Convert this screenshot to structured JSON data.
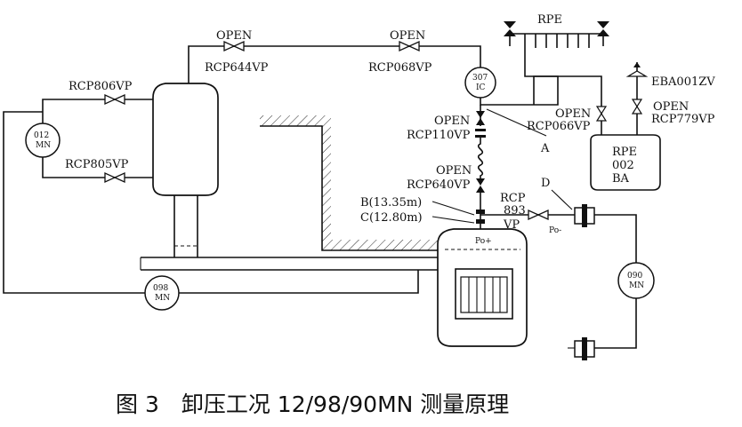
{
  "valves": {
    "rcp644vp": {
      "state": "OPEN",
      "name": "RCP644VP"
    },
    "rcp068vp": {
      "state": "OPEN",
      "name": "RCP068VP"
    },
    "rcp806vp": {
      "name": "RCP806VP"
    },
    "rcp805vp": {
      "name": "RCP805VP"
    },
    "rcp110vp": {
      "state": "OPEN",
      "name": "RCP110VP"
    },
    "rcp640vp": {
      "state": "OPEN",
      "name": "RCP640VP"
    },
    "rcp066vp": {
      "state": "OPEN",
      "name": "RCP066VP"
    },
    "rcp779vp": {
      "state": "OPEN",
      "name": "RCP779VP"
    },
    "rcp893vp": {
      "line1": "RCP",
      "line2": "893",
      "line3": "VP"
    },
    "eba001zv": {
      "name": "EBA001ZV"
    }
  },
  "instruments": {
    "mn012": {
      "line1": "012",
      "line2": "MN"
    },
    "ic307": {
      "line1": "307",
      "line2": "IC"
    },
    "mn098": {
      "line1": "098",
      "line2": "MN"
    },
    "mn090": {
      "line1": "090",
      "line2": "MN"
    }
  },
  "rpe": {
    "header": "RPE",
    "tank_line1": "RPE",
    "tank_line2": "002",
    "tank_line3": "BA"
  },
  "points": {
    "a": "A",
    "b": "B(13.35m)",
    "c": "C(12.80m)",
    "d": "D",
    "po_plus": "Po+",
    "po_minus": "Po-"
  },
  "caption": "图 3　卸压工况 12/98/90MN 测量原理"
}
